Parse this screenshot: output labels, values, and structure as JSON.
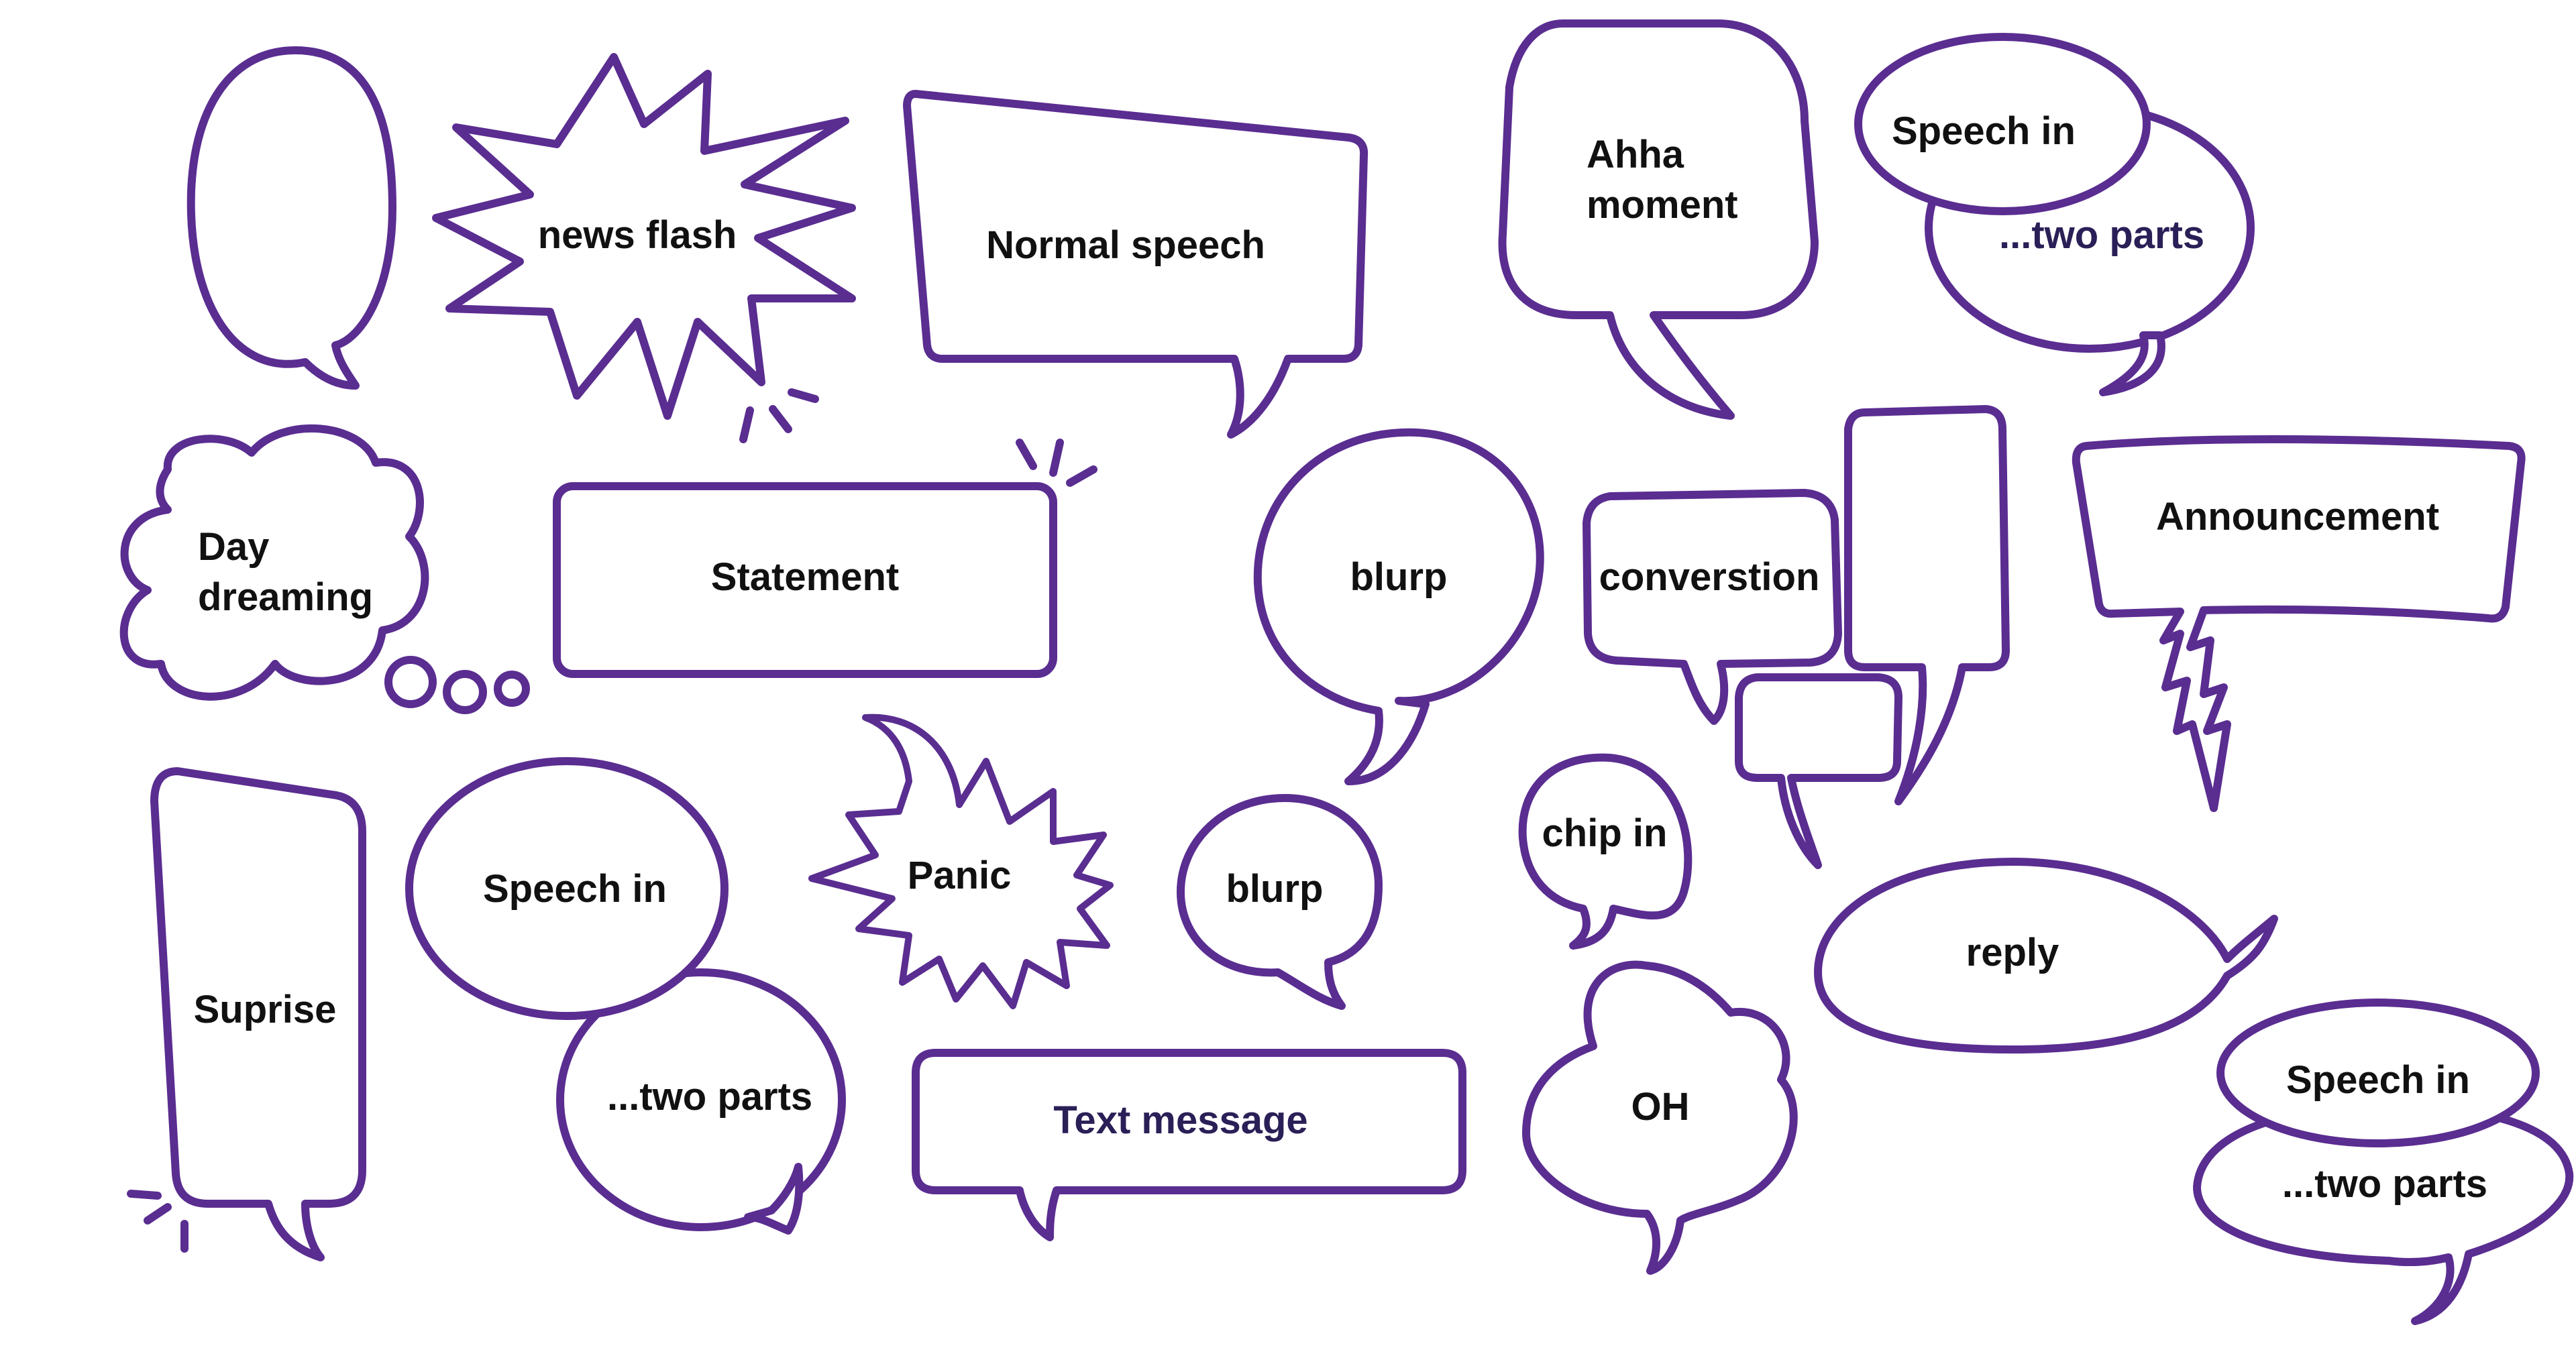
{
  "colors": {
    "outline": "#5a2d91",
    "text": "#111111",
    "alt_text": "#2b1f57",
    "background": "#ffffff"
  },
  "bubbles": {
    "news_flash": "news flash",
    "normal_speech": "Normal speech",
    "ahha_1": "Ahha",
    "ahha_2": "moment",
    "two_parts_top_1": "Speech in",
    "two_parts_top_2": "...two parts",
    "day_dreaming_1": "Day",
    "day_dreaming_2": "dreaming",
    "statement": "Statement",
    "blurp_large": "blurp",
    "conversation": "converstion",
    "announcement": "Announcement",
    "surprise": "Suprise",
    "two_parts_left_1": "Speech in",
    "two_parts_left_2": "...two parts",
    "panic": "Panic",
    "blurp_small": "blurp",
    "chip_in": "chip in",
    "reply": "reply",
    "text_message": "Text message",
    "oh": "OH",
    "two_parts_right_1": "Speech in",
    "two_parts_right_2": "...two parts"
  }
}
